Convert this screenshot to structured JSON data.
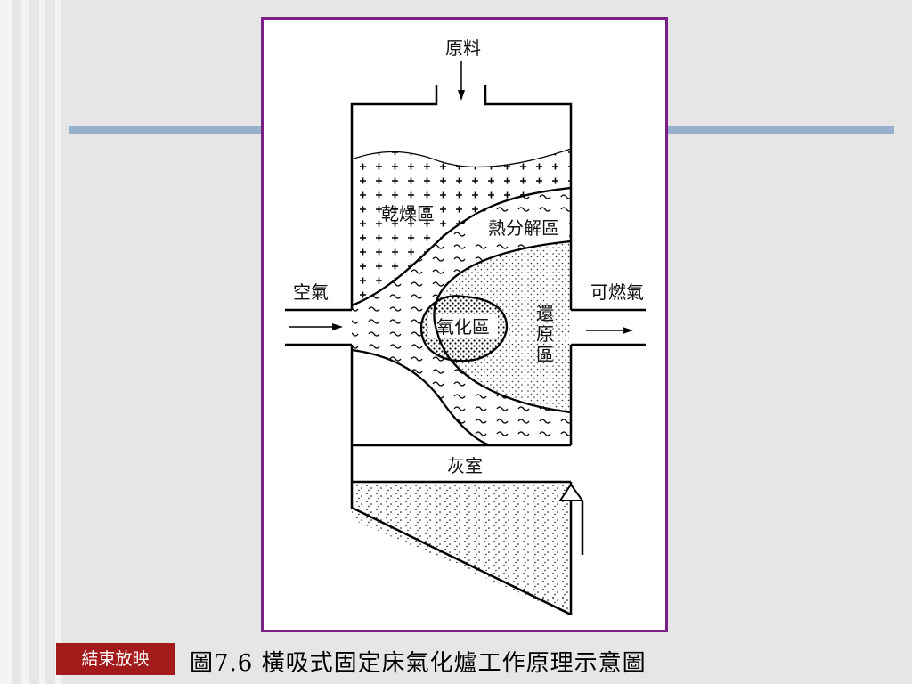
{
  "diagram": {
    "labels": {
      "feed": "原料",
      "drying_zone": "乾燥區",
      "pyrolysis_zone": "熱分解區",
      "air_inlet": "空氣",
      "gas_outlet": "可燃氣",
      "oxidation_zone": "氧化區",
      "reduction_zone": [
        "還",
        "原",
        "區"
      ],
      "ash_chamber": "灰室"
    }
  },
  "footer": {
    "end_show_button": "結束放映",
    "caption": "圖7.6 橫吸式固定床氣化爐工作原理示意圖"
  },
  "colors": {
    "frame_border": "#7a1f86",
    "accent_line": "#98b0cc",
    "end_button": "#a31a1a"
  }
}
